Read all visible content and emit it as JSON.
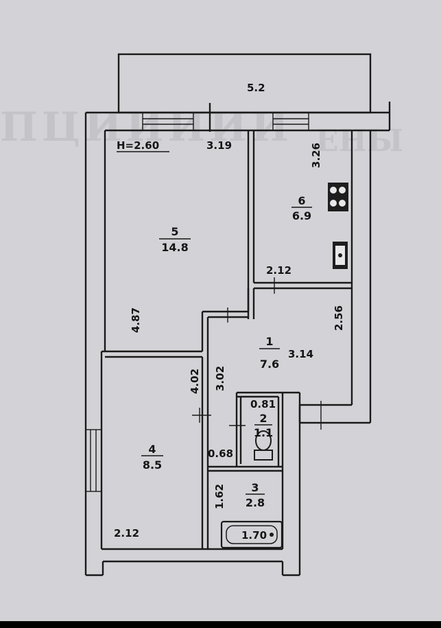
{
  "plan": {
    "ceiling_height": "H=2.60",
    "balcony": {
      "dimension": "5.2"
    },
    "rooms": [
      {
        "id": "room-1",
        "number": "1",
        "area": "7.6",
        "dimension": "3.14"
      },
      {
        "id": "room-2",
        "number": "2",
        "area": "1.1"
      },
      {
        "id": "room-3",
        "number": "3",
        "area": "2.8"
      },
      {
        "id": "room-4",
        "number": "4",
        "area": "8.5"
      },
      {
        "id": "room-5",
        "number": "5",
        "area": "14.8"
      },
      {
        "id": "room-6",
        "number": "6",
        "area": "6.9"
      }
    ],
    "dimensions": {
      "d_3_19": "3.19",
      "d_3_26": "3.26",
      "d_2_12_kitchen": "2.12",
      "d_2_56": "2.56",
      "d_4_87": "4.87",
      "d_4_02": "4.02",
      "d_3_02": "3.02",
      "d_0_81": "0.81",
      "d_0_68": "0.68",
      "d_1_62": "1.62",
      "d_2_12_room4": "2.12",
      "d_1_70": "1.70"
    }
  }
}
